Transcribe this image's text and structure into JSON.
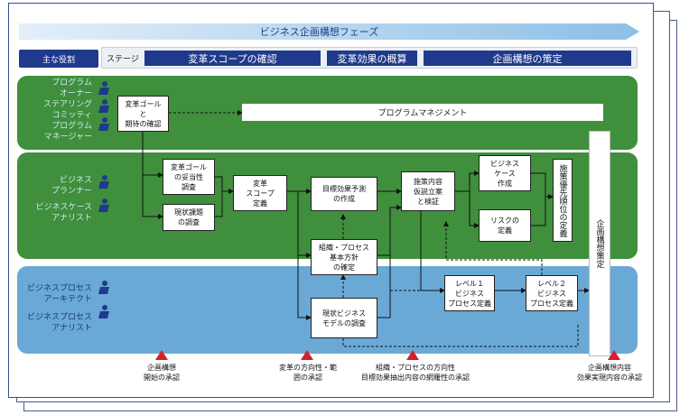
{
  "phase_title": "ビジネス企画構想フェーズ",
  "roles_label": "主な役割",
  "stage_label": "ステージ",
  "stages": [
    "変革スコープの確認",
    "変革効果の概算",
    "企画構想の策定"
  ],
  "lanes": {
    "g1": [
      "プログラム",
      "オーナー",
      "ステアリング",
      "コミッティ",
      "プログラム",
      "マネージャー"
    ],
    "g2": [
      "ビジネス",
      "プランナー",
      "ビジネスケース",
      "アナリスト"
    ],
    "b": [
      "ビジネスプロセス",
      "アーキテクト",
      "ビジネスプロセス",
      "アナリスト"
    ]
  },
  "boxes": {
    "goal_confirm": "変革ゴール\nと\n期待の確認",
    "program_mgmt": "プログラムマネジメント",
    "goal_validity": "変革ゴール\nの妥当性\n調査",
    "current_issues": "現状課題\nの調査",
    "scope_def": "変革\nスコープ\n定義",
    "target_effect": "目標効果予測\nの作成",
    "org_process": "組織・プロセス\n基本方針\nの確定",
    "current_model": "現状ビジネス\nモデルの調査",
    "measures": "施策内容\n仮説立案\nと検証",
    "biz_case": "ビジネス\nケース\n作成",
    "risk_def": "リスクの\n定義",
    "priority": "施策優先順位の定義",
    "level1": "レベル１\nビジネス\nプロセス定義",
    "level2": "レベル２\nビジネス\nプロセス定義",
    "final": "企画構想策定"
  },
  "milestones": [
    "企画構想\n開始の承認",
    "変革の方向性・範\n囲の承認",
    "組織・プロセスの方向性\n目標効果抽出内容の網羅性の承認",
    "企画構想内容\n効果実現内容の承認"
  ],
  "colors": {
    "green": "#3f8f3d",
    "blue": "#6aa9d6",
    "navy": "#1f3a8c",
    "milestone": "#d6202a"
  }
}
